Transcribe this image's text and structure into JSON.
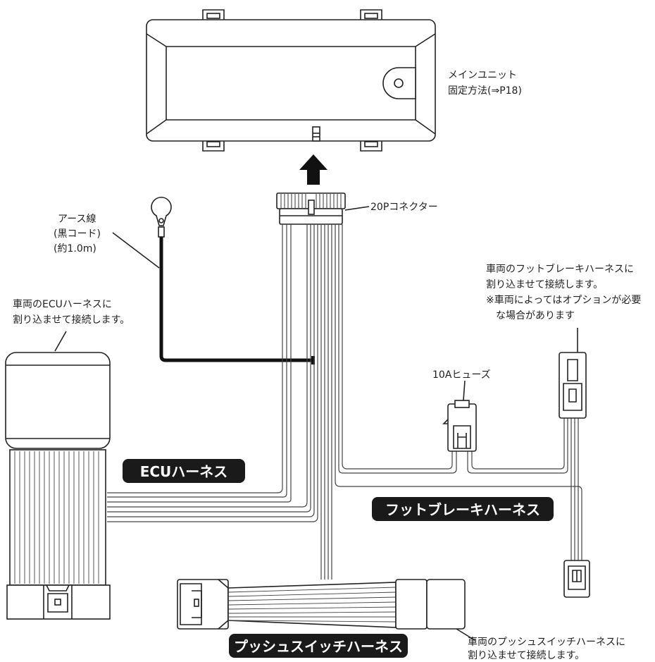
{
  "labels": {
    "main_unit": [
      "メインユニット",
      "固定方法(⇒P18)"
    ],
    "connector_20p": "20Pコネクター",
    "ground_wire": [
      "アース線",
      "(黒コード)",
      "(約1.0m)"
    ],
    "ecu_note": [
      "車両のECUハーネスに",
      "割り込ませて接続します。"
    ],
    "brake_note": [
      "車両のフットブレーキハーネスに",
      "割り込ませて接続します。",
      "※車両によってはオプションが必要",
      "な場合があります"
    ],
    "fuse": "10Aヒューズ",
    "push_note": [
      "車両のプッシュスイッチハーネスに",
      "割り込ませて接続します。"
    ]
  },
  "badges": {
    "ecu_harness": "ECUハーネス",
    "foot_brake_harness": "フットブレーキハーネス",
    "push_switch_harness": "プッシュスイッチハーネス"
  },
  "colors": {
    "line": "#222222",
    "badge_fill": "#1a1a1a",
    "badge_text": "#ffffff"
  }
}
